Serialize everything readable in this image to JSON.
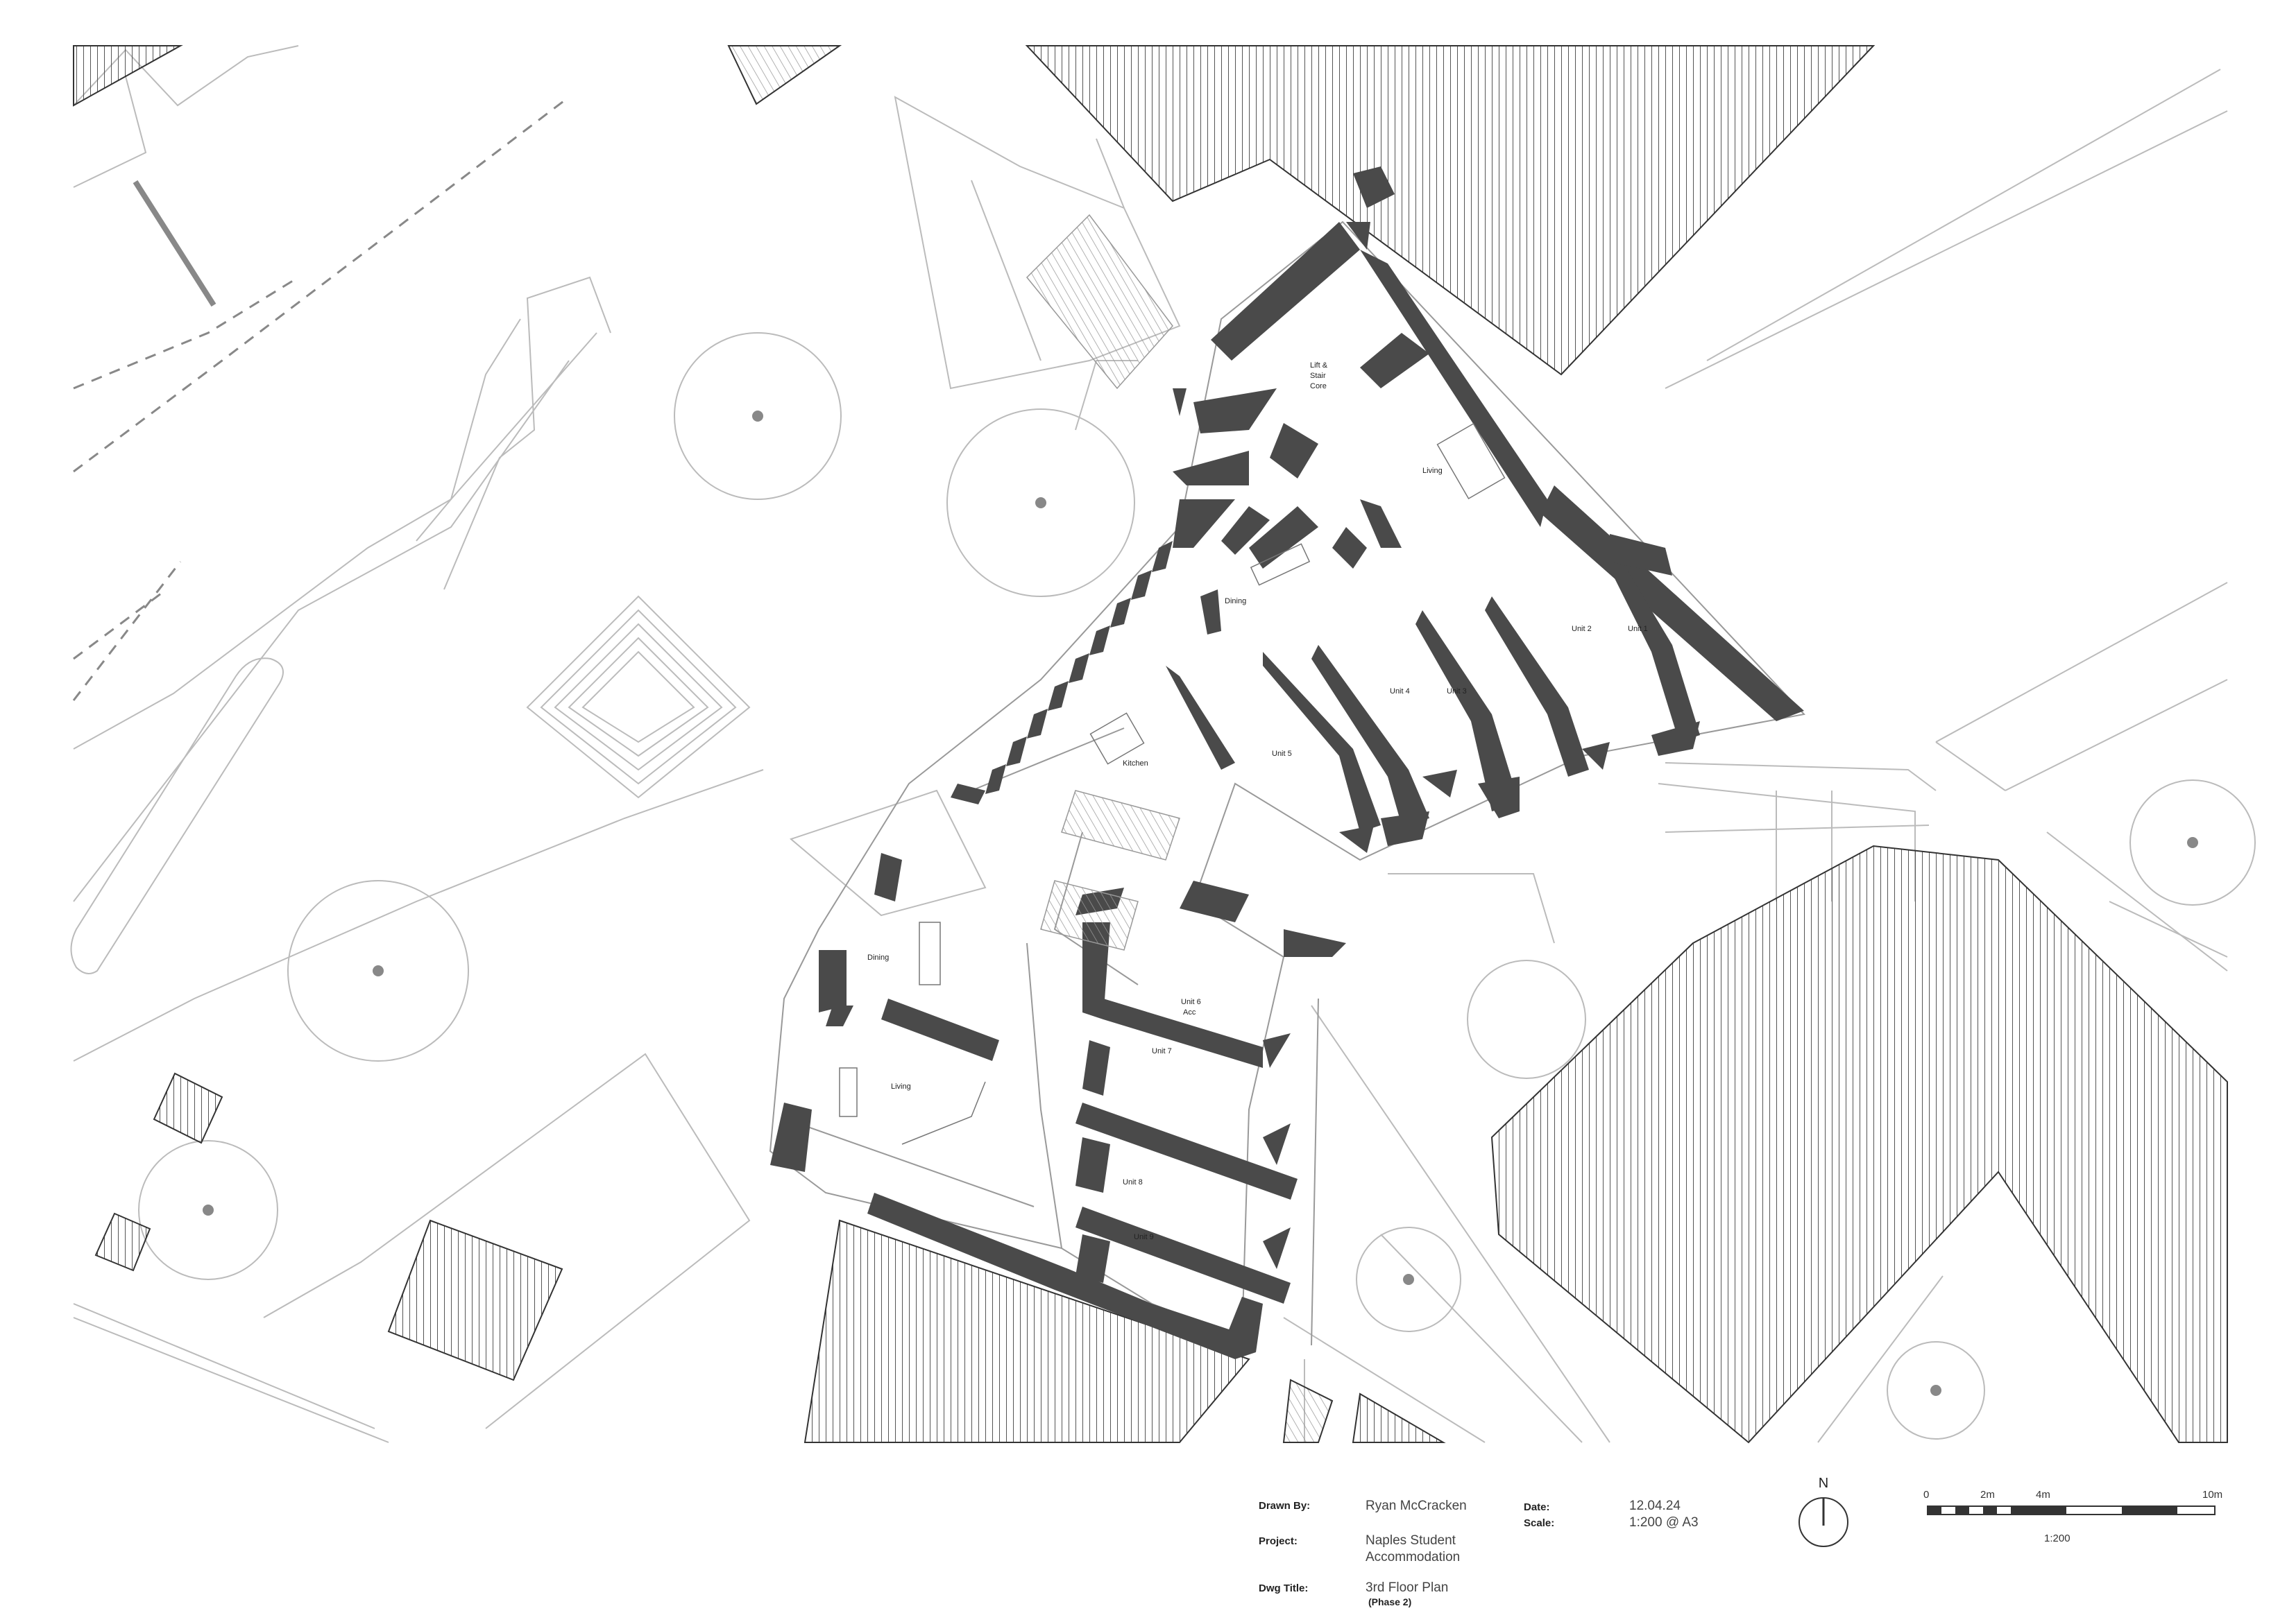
{
  "drawing": {
    "colors": {
      "wall": "#4a4a4a",
      "line": "#b9b9b9",
      "hatch": "#555555",
      "text": "#222222"
    },
    "room_labels": {
      "lift_stair_core": [
        "Lift &",
        "Stair",
        "Core"
      ],
      "living_upper": "Living",
      "dining_upper": "Dining",
      "kitchen": "Kitchen",
      "unit_1": "Unit 1",
      "unit_2": "Unit 2",
      "unit_3": "Unit 3",
      "unit_4": "Unit 4",
      "unit_5": "Unit 5",
      "unit_6": [
        "Unit 6",
        "Acc"
      ],
      "unit_7": "Unit 7",
      "unit_8": "Unit 8",
      "unit_9": "Unit 9",
      "dining_lower": "Dining",
      "living_lower": "Living"
    }
  },
  "title_block": {
    "drawn_by_label": "Drawn By:",
    "drawn_by": "Ryan McCracken",
    "project_label": "Project:",
    "project": [
      "Naples Student",
      "Accommodation"
    ],
    "dwg_title_label": "Dwg Title:",
    "dwg_title": "3rd Floor Plan",
    "dwg_subtitle": "(Phase 2)",
    "date_label": "Date:",
    "date": "12.04.24",
    "scale_label": "Scale:",
    "scale": "1:200 @ A3"
  },
  "north_arrow": {
    "label": "N"
  },
  "scale_bar": {
    "ticks": [
      "0",
      "2m",
      "4m",
      "10m"
    ],
    "caption": "1:200"
  }
}
